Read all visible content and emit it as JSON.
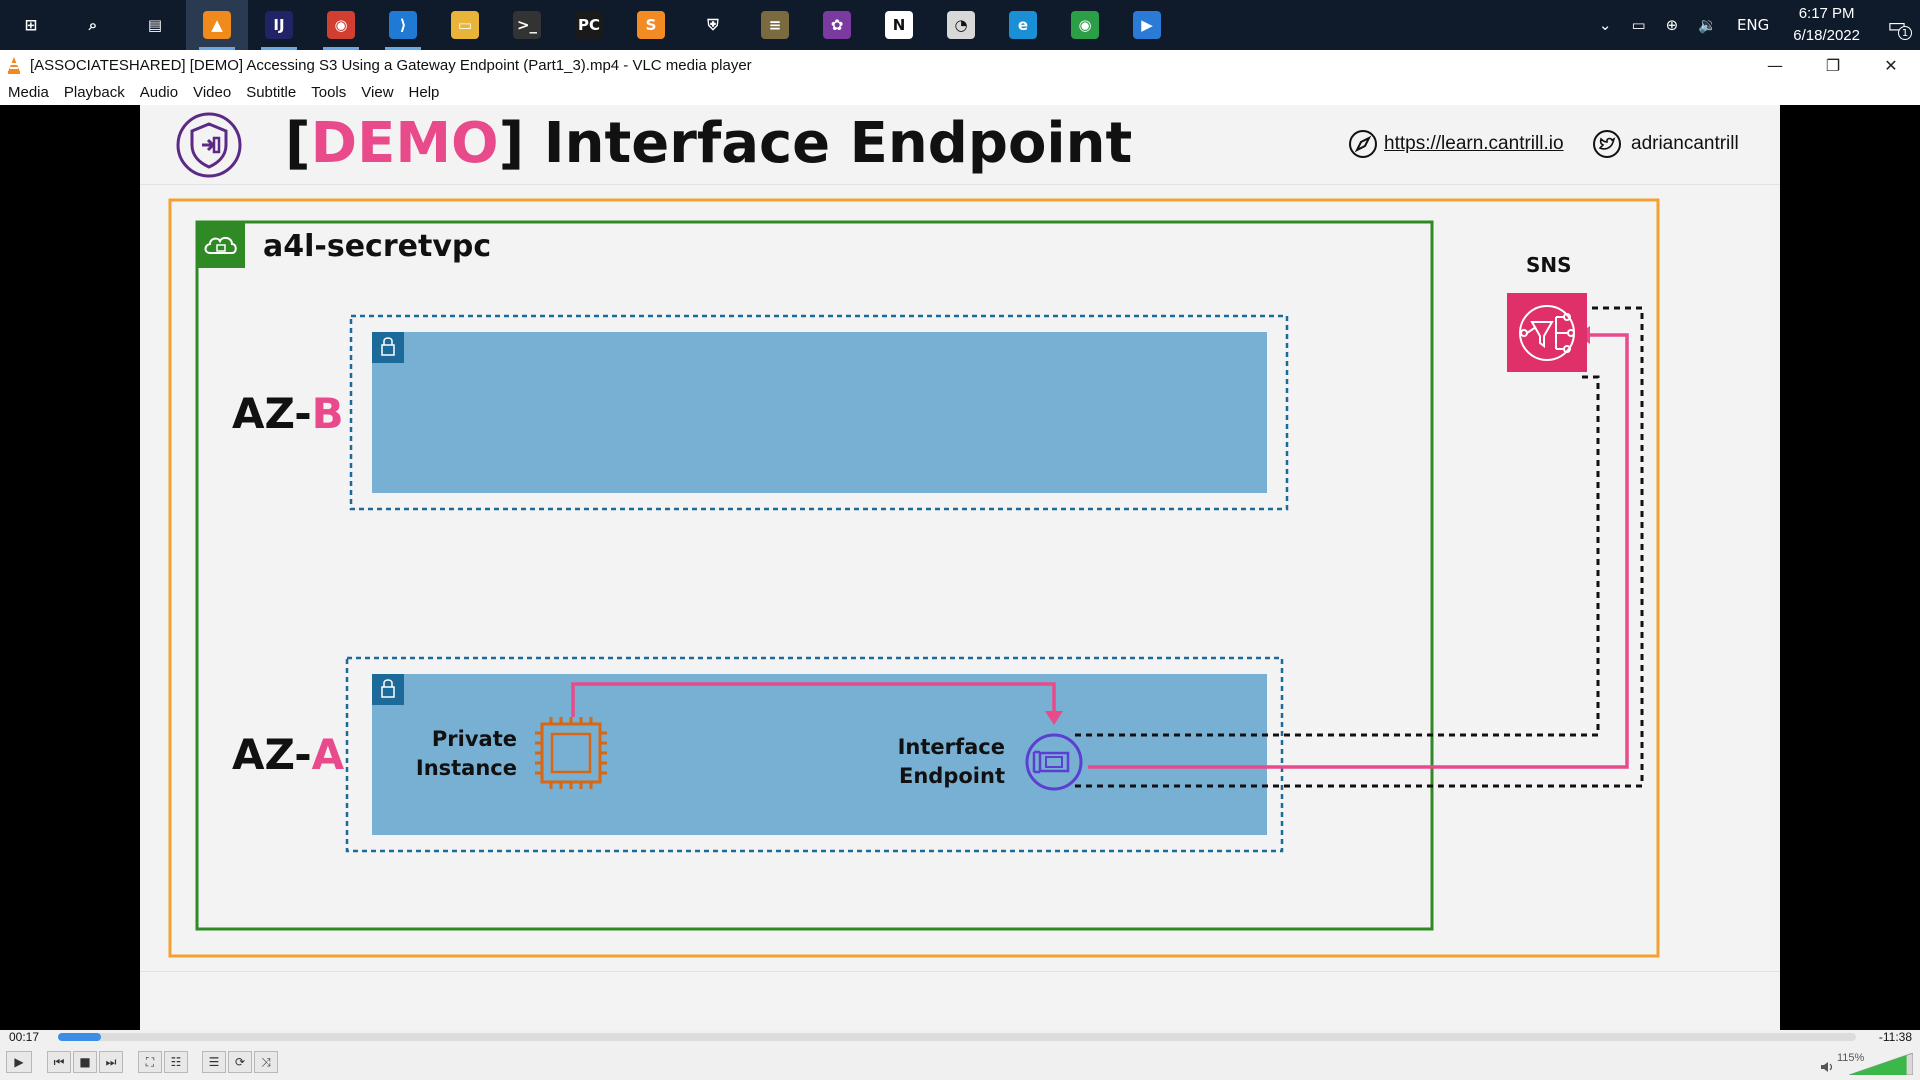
{
  "taskbar": {
    "apps": [
      {
        "name": "start-menu-icon",
        "glyph": "⊞",
        "color": "#0f1b2a",
        "running": false
      },
      {
        "name": "search-icon",
        "glyph": "⌕",
        "color": "#0f1b2a",
        "running": false
      },
      {
        "name": "task-view-icon",
        "glyph": "▤",
        "color": "#0f1b2a",
        "running": false
      },
      {
        "name": "vlc-icon",
        "glyph": "▲",
        "color": "#f08a1c",
        "running": true,
        "active": true
      },
      {
        "name": "intellij-icon",
        "glyph": "IJ",
        "color": "#222266",
        "running": true
      },
      {
        "name": "chrome-profile-icon",
        "glyph": "◉",
        "color": "#d23f31",
        "running": true
      },
      {
        "name": "vscode-icon",
        "glyph": "⟩",
        "color": "#1f7ad4",
        "running": true
      },
      {
        "name": "file-explorer-icon",
        "glyph": "▭",
        "color": "#e8b43a",
        "running": false
      },
      {
        "name": "terminal-icon",
        "glyph": ">_",
        "color": "#333333",
        "running": false
      },
      {
        "name": "pycharm-icon",
        "glyph": "PC",
        "color": "#1a1a1a",
        "running": false
      },
      {
        "name": "sublime-icon",
        "glyph": "S",
        "color": "#f28b23",
        "running": false
      },
      {
        "name": "security-shield-icon",
        "glyph": "⛨",
        "color": "#0f1b2a",
        "running": false
      },
      {
        "name": "tray-app-icon",
        "glyph": "≡",
        "color": "#7a6a40",
        "running": false
      },
      {
        "name": "image-editor-icon",
        "glyph": "✿",
        "color": "#7a3aa0",
        "running": false
      },
      {
        "name": "notion-icon",
        "glyph": "N",
        "color": "#ffffff",
        "running": false
      },
      {
        "name": "clock-app-icon",
        "glyph": "◔",
        "color": "#d8d8d8",
        "running": false
      },
      {
        "name": "edge-icon",
        "glyph": "e",
        "color": "#1a8fd6",
        "running": false
      },
      {
        "name": "chrome-icon",
        "glyph": "◉",
        "color": "#2d9e48",
        "running": false
      },
      {
        "name": "video-app-icon",
        "glyph": "▶",
        "color": "#2a7ad6",
        "running": false
      }
    ],
    "tray": {
      "chevron": "⌄",
      "battery": "▭",
      "network": "⊕",
      "volume": "🔉",
      "language": "ENG",
      "time": "6:17 PM",
      "date": "6/18/2022",
      "notifications": "1"
    }
  },
  "window": {
    "title": "[ASSOCIATESHARED] [DEMO] Accessing S3 Using a Gateway Endpoint (Part1_3).mp4 - VLC media player",
    "minimize": "—",
    "restore": "❐",
    "close": "✕"
  },
  "menu": [
    "Media",
    "Playback",
    "Audio",
    "Video",
    "Subtitle",
    "Tools",
    "View",
    "Help"
  ],
  "slide": {
    "title_bracket_open": "[",
    "title_tag": "DEMO",
    "title_bracket_close": "]",
    "title_rest": " Interface Endpoint",
    "site_url": "https://learn.cantrill.io",
    "twitter_handle": "adriancantrill",
    "vpc_name": "a4l-secretvpc",
    "az_b_prefix": "AZ-",
    "az_b_letter": "B",
    "az_a_prefix": "AZ-",
    "az_a_letter": "A",
    "private_instance_line1": "Private",
    "private_instance_line2": "Instance",
    "interface_endpoint_line1": "Interface",
    "interface_endpoint_line2": "Endpoint",
    "sns_label": "SNS",
    "colors": {
      "accent_pink": "#e84a8c",
      "region_orange": "#f5a033",
      "vpc_green": "#2f8a25",
      "subnet_blue": "#78b0d3",
      "subnet_border": "#1c6a99",
      "ec2_orange": "#d86613",
      "endpoint_purple": "#5a3fd0",
      "sns_pink": "#e0306a"
    }
  },
  "player": {
    "elapsed": "00:17",
    "remaining": "-11:38",
    "progress_fraction": 0.024,
    "volume_label": "115%",
    "buttons": {
      "play": "▶",
      "prev": "⏮",
      "stop": "■",
      "next": "⏭",
      "fullscreen": "⛶",
      "extended": "☷",
      "playlist": "☰",
      "loop": "⟳",
      "shuffle": "⤨"
    }
  }
}
